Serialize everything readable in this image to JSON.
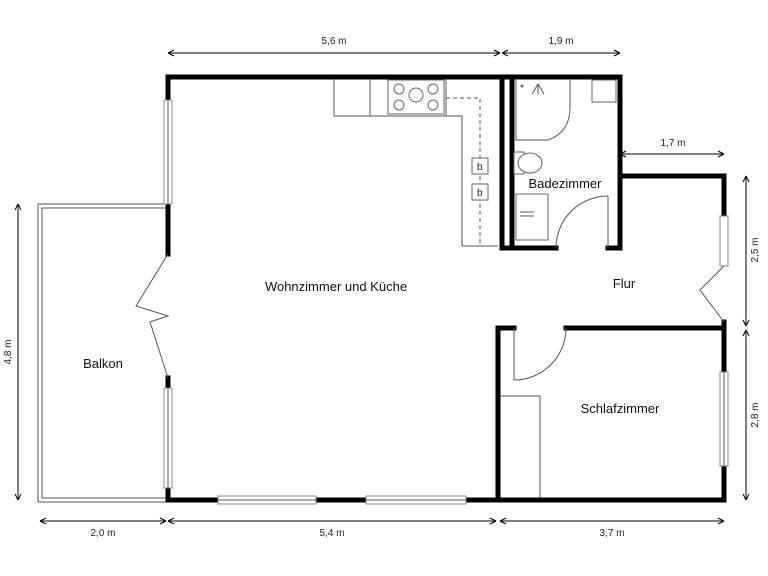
{
  "rooms": {
    "living_kitchen": "Wohnzimmer und Küche",
    "bathroom": "Badezimmer",
    "hallway": "Flur",
    "bedroom": "Schlafzimmer",
    "balcony": "Balkon"
  },
  "dimensions": {
    "top_left": "5,6 m",
    "top_right": "1,9 m",
    "hall_extension": "1,7 m",
    "left_height": "4,8 m",
    "right_upper": "2,5 m",
    "right_lower": "2,8 m",
    "bottom_balcony": "2,0 m",
    "bottom_living": "5,4 m",
    "bottom_bedroom": "3,7 m"
  }
}
